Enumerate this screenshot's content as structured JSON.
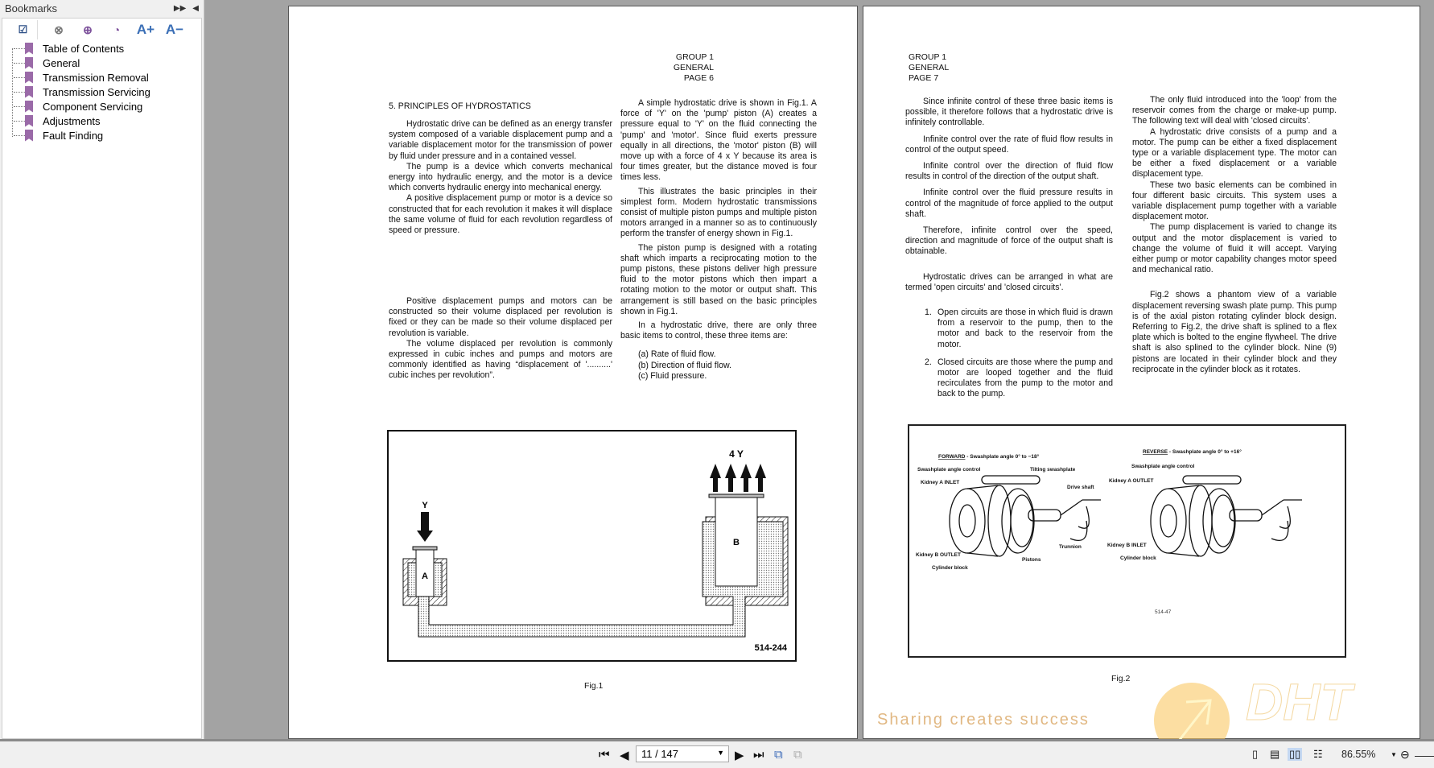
{
  "sidebar": {
    "title": "Bookmarks",
    "items": [
      {
        "label": "Table of Contents"
      },
      {
        "label": "General"
      },
      {
        "label": "Transmission Removal"
      },
      {
        "label": "Transmission Servicing"
      },
      {
        "label": "Component Servicing"
      },
      {
        "label": "Adjustments"
      },
      {
        "label": "Fault Finding"
      }
    ],
    "tools": [
      "expand-current-icon",
      "delete-bookmark-icon",
      "add-bookmark-icon",
      "goto-bookmark-icon",
      "increase-font-icon",
      "decrease-font-icon"
    ],
    "font_up": "A+",
    "font_down": "A−",
    "accent": "#9a6aa8"
  },
  "page6": {
    "header": [
      "GROUP  1",
      "GENERAL",
      "PAGE 6"
    ],
    "heading": "5. PRINCIPLES OF HYDROSTATICS",
    "col1": [
      "Hydrostatic drive can be defined as an energy transfer system composed of a variable displacement pump and a variable displacement motor for the transmission of power by fluid under pressure and in a contained vessel.",
      "The pump is a device which converts mechanical energy into hydraulic energy, and the motor is a device which converts hydraulic energy into mechanical energy.",
      "A positive displacement pump or motor is a device so constructed that for each revolution it makes it will displace the same volume of fluid for each revolution regardless of speed or pressure."
    ],
    "col1b": [
      "Positive displacement pumps and motors can be constructed so their volume displaced per revolution is fixed or they can be made so their volume displaced per revolution is variable.",
      "The volume displaced per revolution is commonly expressed in cubic inches and pumps and motors are commonly identified as having “displacement of '..........' cubic inches per revolution”."
    ],
    "col2": [
      "A simple hydrostatic drive is shown in Fig.1. A force of 'Y' on the 'pump' piston (A) creates a pressure equal to 'Y' on the fluid connecting the 'pump' and 'motor'. Since fluid exerts pressure equally in all directions, the 'motor' piston (B) will move up with a force of 4 x Y because its area is four times greater, but the distance moved is four times less.",
      "This illustrates the basic principles in their simplest form. Modern hydrostatic transmissions consist of multiple piston pumps and multiple piston motors arranged in a manner so as to continuously perform the transfer of energy shown in Fig.1.",
      "The piston pump is designed with a rotating shaft which imparts a reciprocating motion to the pump pistons, these pistons deliver high pressure fluid to the motor pistons which then impart a rotating motion to the motor or output shaft. This arrangement is still based on the basic principles shown in Fig.1.",
      "In a hydrostatic drive, there are only three basic items to control, these three items are:"
    ],
    "list": [
      "(a)  Rate of fluid flow.",
      "(b)  Direction of fluid flow.",
      "(c)  Fluid pressure."
    ],
    "figure": {
      "label_y": "Y",
      "label_4y": "4 Y",
      "label_a": "A",
      "label_b": "B",
      "code": "514-244",
      "caption": "Fig.1"
    }
  },
  "page7": {
    "header": [
      "GROUP 1",
      "GENERAL",
      "PAGE 7"
    ],
    "col1": [
      "Since infinite control of these three basic items is possible, it therefore follows that a hydrostatic drive is infinitely controllable.",
      "Infinite control over the rate of fluid flow results in control of the output speed.",
      "Infinite control over the direction of fluid flow results in control of the direction of the output shaft.",
      "Infinite control over the fluid pressure results in control of the magnitude of force applied to the output shaft.",
      "Therefore, infinite control over the speed, direction and magnitude of force of the output shaft is obtainable.",
      "Hydrostatic drives can be arranged in what are termed 'open circuits' and 'closed circuits'."
    ],
    "numbered": [
      {
        "n": "1.",
        "text": "Open circuits are those in which fluid is drawn from a reservoir to the pump, then to the motor and back to the reservoir from the motor."
      },
      {
        "n": "2.",
        "text": "Closed circuits are those where the pump and motor are looped together and the fluid recirculates from the pump to the motor and back to the pump."
      }
    ],
    "col2": [
      "The only fluid introduced into the 'loop' from the reservoir comes from the charge or make-up pump. The following text will deal with 'closed circuits'.",
      "A hydrostatic drive consists of a pump and a motor. The pump can be either a fixed displacement type or a variable displacement type. The motor can be either a fixed displacement or a variable displacement type.",
      "These two basic elements can be combined in four different basic circuits. This system uses a variable displacement pump together with a variable displacement motor.",
      "The pump displacement is varied to change its output and the motor displacement is varied to change the volume of fluid it will accept. Varying either pump or motor capability changes motor speed and mechanical ratio.",
      "Fig.2 shows a phantom view of a variable displacement reversing swash plate pump. This pump is of the axial piston rotating cylinder block design. Referring to Fig.2, the drive shaft is splined to a flex plate which is bolted to the engine flywheel. The drive shaft is also splined to the cylinder block. Nine (9) pistons are located in their cylinder block and they reciprocate in the cylinder block as it rotates."
    ],
    "figure": {
      "forward_title": "FORWARD",
      "forward_sub": " - Swashplate angle 0° to −18°",
      "reverse_title": "REVERSE",
      "reverse_sub": " - Swashplate angle 0° to +16°",
      "labels_left": [
        "Swashplate angle control",
        "Kidney A INLET",
        "Kidney B OUTLET",
        "Cylinder block",
        "Tilting swashplate",
        "Drive shaft",
        "Trunnion",
        "Pistons"
      ],
      "labels_right": [
        "Swashplate angle control",
        "Kidney A OUTLET",
        "Kidney B INLET",
        "Cylinder block"
      ],
      "code": "514-47",
      "caption": "Fig.2"
    }
  },
  "toolbar": {
    "page_value": "11 / 147",
    "zoom": "86.55%"
  },
  "watermark": {
    "logo": "DHT",
    "slogan": "Sharing creates success"
  }
}
